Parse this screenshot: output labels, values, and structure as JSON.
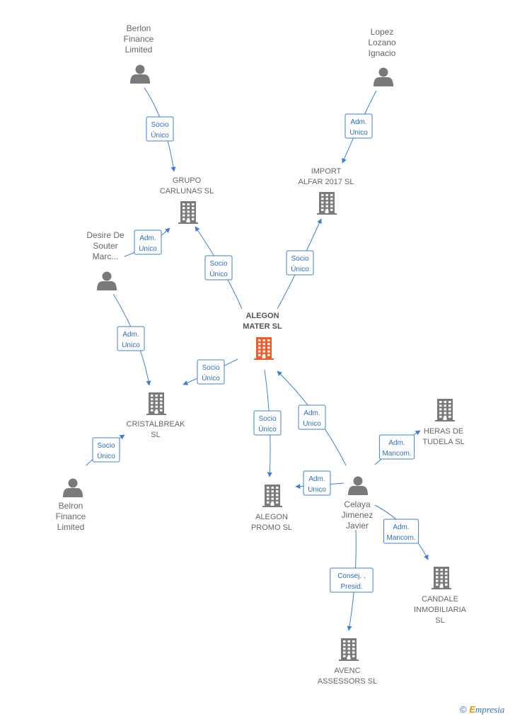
{
  "nodes": [
    {
      "id": "n_alegon_mater",
      "kind": "company",
      "focus": true,
      "label": [
        "ALEGON",
        "MATER  SL"
      ]
    },
    {
      "id": "n_grupo_carlunas",
      "kind": "company",
      "label": [
        "GRUPO",
        "CARLUNAS SL"
      ]
    },
    {
      "id": "n_import_alfar",
      "kind": "company",
      "label": [
        "IMPORT",
        "ALFAR 2017  SL"
      ]
    },
    {
      "id": "n_cristalbreak",
      "kind": "company",
      "label": [
        "CRISTALBREAK",
        "SL"
      ]
    },
    {
      "id": "n_alegon_promo",
      "kind": "company",
      "label": [
        "ALEGON",
        "PROMO  SL"
      ]
    },
    {
      "id": "n_heras_tudela",
      "kind": "company",
      "label": [
        "HERAS DE",
        "TUDELA  SL"
      ]
    },
    {
      "id": "n_candale",
      "kind": "company",
      "label": [
        "CANDALE",
        "INMOBILIARIA",
        "SL"
      ]
    },
    {
      "id": "n_avenc",
      "kind": "company",
      "label": [
        "AVENC",
        "ASSESSORS SL"
      ]
    },
    {
      "id": "n_berlon",
      "kind": "person",
      "label": [
        "Berlon",
        "Finance",
        "Limited"
      ]
    },
    {
      "id": "n_lopez",
      "kind": "person",
      "label": [
        "Lopez",
        "Lozano",
        "Ignacio"
      ]
    },
    {
      "id": "n_desire",
      "kind": "person",
      "label": [
        "Desire De",
        "Souter",
        "Marc..."
      ]
    },
    {
      "id": "n_belron",
      "kind": "person",
      "label": [
        "Belron",
        "Finance",
        "Limited"
      ]
    },
    {
      "id": "n_celaya",
      "kind": "person",
      "label": [
        "Celaya",
        "Jimenez",
        "Javier"
      ]
    }
  ],
  "edges": [
    {
      "id": "e1",
      "from": "n_berlon",
      "to": "n_grupo_carlunas",
      "label": [
        "Socio",
        "Único"
      ]
    },
    {
      "id": "e2",
      "from": "n_lopez",
      "to": "n_import_alfar",
      "label": [
        "Adm.",
        "Unico"
      ]
    },
    {
      "id": "e3",
      "from": "n_desire",
      "to": "n_grupo_carlunas",
      "label": [
        "Adm.",
        "Unico"
      ]
    },
    {
      "id": "e4",
      "from": "n_alegon_mater",
      "to": "n_grupo_carlunas",
      "label": [
        "Socio",
        "Único"
      ]
    },
    {
      "id": "e5",
      "from": "n_alegon_mater",
      "to": "n_import_alfar",
      "label": [
        "Socio",
        "Único"
      ]
    },
    {
      "id": "e6",
      "from": "n_desire",
      "to": "n_cristalbreak",
      "label": [
        "Adm.",
        "Unico"
      ]
    },
    {
      "id": "e7",
      "from": "n_alegon_mater",
      "to": "n_cristalbreak",
      "label": [
        "Socio",
        "Único"
      ]
    },
    {
      "id": "e8",
      "from": "n_belron",
      "to": "n_cristalbreak",
      "label": [
        "Socio",
        "Único"
      ]
    },
    {
      "id": "e9",
      "from": "n_alegon_mater",
      "to": "n_alegon_promo",
      "label": [
        "Socio",
        "Único"
      ]
    },
    {
      "id": "e10",
      "from": "n_celaya",
      "to": "n_alegon_mater",
      "label": [
        "Adm.",
        "Unico"
      ]
    },
    {
      "id": "e11",
      "from": "n_celaya",
      "to": "n_heras_tudela",
      "label": [
        "Adm.",
        "Mancom."
      ]
    },
    {
      "id": "e12",
      "from": "n_celaya",
      "to": "n_alegon_promo",
      "label": [
        "Adm.",
        "Unico"
      ]
    },
    {
      "id": "e13",
      "from": "n_celaya",
      "to": "n_candale",
      "label": [
        "Adm.",
        "Mancom."
      ]
    },
    {
      "id": "e14",
      "from": "n_celaya",
      "to": "n_avenc",
      "label": [
        "Consej. ,",
        "Presid."
      ]
    }
  ],
  "colors": {
    "edge": "#3d7fd3",
    "edge_text": "#2f6fc0",
    "node_icon": "#7a7a7a",
    "focus_icon": "#f05a28",
    "node_text": "#666666"
  },
  "icons": {
    "company": "building-icon",
    "person": "person-icon"
  },
  "footer": {
    "symbol": "©",
    "brand_initial": "E",
    "brand_rest": "mpresia"
  }
}
